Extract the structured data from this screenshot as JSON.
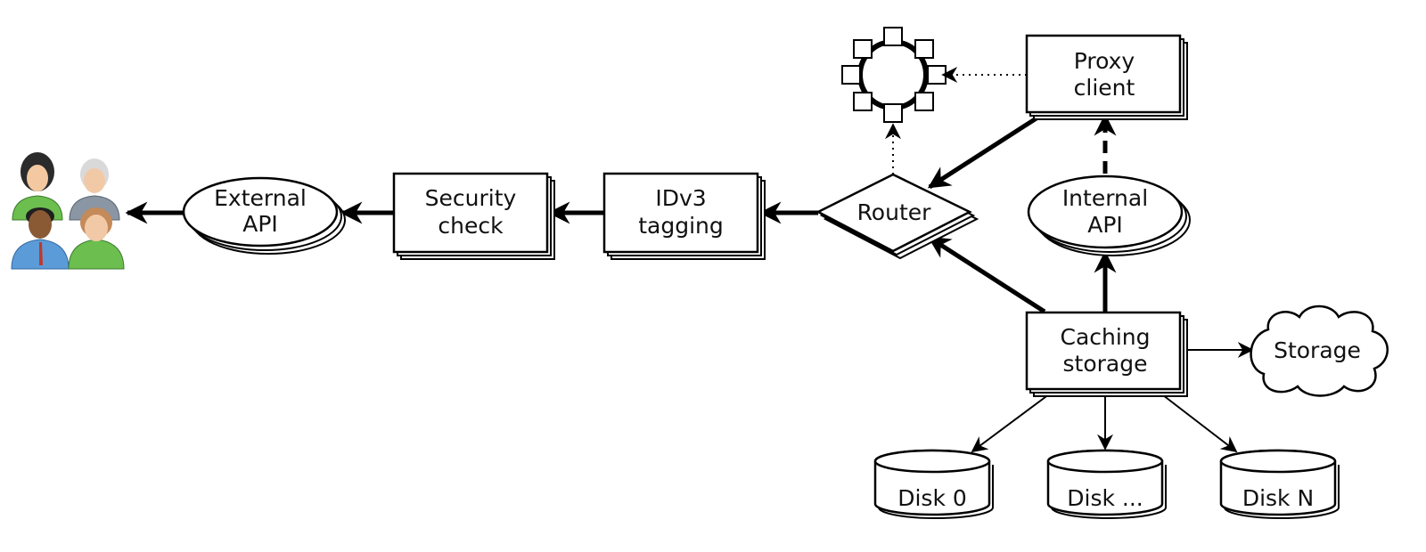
{
  "nodes": {
    "external_api": [
      "External",
      "API"
    ],
    "security_check": [
      "Security",
      "check"
    ],
    "idv3_tagging": [
      "IDv3",
      "tagging"
    ],
    "router": [
      "Router"
    ],
    "proxy_client": [
      "Proxy",
      "client"
    ],
    "internal_api": [
      "Internal",
      "API"
    ],
    "caching_storage": [
      "Caching",
      "storage"
    ],
    "storage": [
      "Storage"
    ],
    "disk_0": [
      "Disk 0"
    ],
    "disk_mid": [
      "Disk ..."
    ],
    "disk_n": [
      "Disk N"
    ]
  },
  "icons": {
    "users": "users-group-icon",
    "ring": "ring-network-icon",
    "cloud": "cloud-icon"
  },
  "colors": {
    "stroke": "#000000",
    "background": "#ffffff",
    "user_green": "#6cbf4f",
    "user_blue": "#5b9bd8",
    "user_gray": "#9aa3ab"
  }
}
